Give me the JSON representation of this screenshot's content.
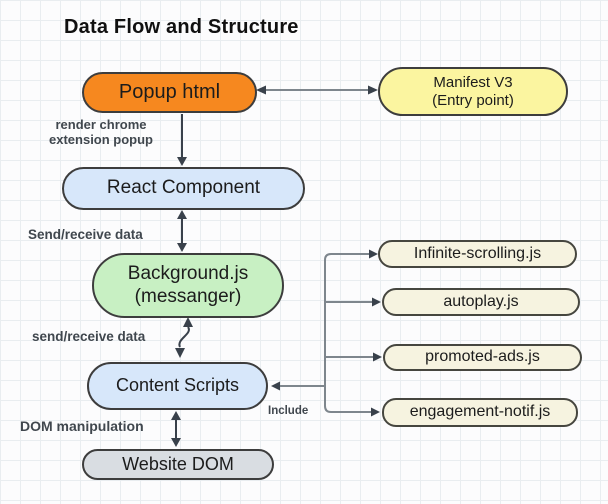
{
  "title": "Data Flow and Structure",
  "nodes": {
    "popup": {
      "label": "Popup html",
      "fill": "#F6881F"
    },
    "manifest": {
      "line1": "Manifest V3",
      "line2": "(Entry point)",
      "fill": "#FBF5A0"
    },
    "react": {
      "label": "React Component",
      "fill": "#D7E7FA"
    },
    "background": {
      "line1": "Background.js",
      "line2": "(messanger)",
      "fill": "#C8F0C3"
    },
    "content": {
      "label": "Content Scripts",
      "fill": "#D7E7FA"
    },
    "website": {
      "label": "Website DOM",
      "fill": "#D9DDE2"
    },
    "scripts": [
      {
        "label": "Infinite-scrolling.js",
        "fill": "#F6F3E0"
      },
      {
        "label": "autoplay.js",
        "fill": "#F6F3E0"
      },
      {
        "label": "promoted-ads.js",
        "fill": "#F6F3E0"
      },
      {
        "label": "engagement-notif.js",
        "fill": "#F6F3E0"
      }
    ]
  },
  "edge_labels": {
    "render_line1": "render chrome",
    "render_line2": "extension popup",
    "send_receive_top": "Send/receive data",
    "send_receive_bottom": "send/receive data",
    "dom_manipulation": "DOM manipulation",
    "include": "Include"
  },
  "edges": [
    {
      "from": "Popup html",
      "to": "Manifest V3 (Entry point)",
      "bidirectional": true
    },
    {
      "from": "Popup html",
      "to": "React Component",
      "bidirectional": false,
      "label": "render chrome extension popup"
    },
    {
      "from": "React Component",
      "to": "Background.js (messanger)",
      "bidirectional": true,
      "label": "Send/receive data"
    },
    {
      "from": "Background.js (messanger)",
      "to": "Content Scripts",
      "bidirectional": true,
      "label": "send/receive data",
      "style": "wavy"
    },
    {
      "from": "Content Scripts",
      "to": "Website DOM",
      "bidirectional": true,
      "label": "DOM manipulation"
    },
    {
      "from": "Content Scripts",
      "to": "Infinite-scrolling.js",
      "bidirectional": true,
      "label": "Include"
    },
    {
      "from": "Content Scripts",
      "to": "autoplay.js",
      "bidirectional": true,
      "label": "Include"
    },
    {
      "from": "Content Scripts",
      "to": "promoted-ads.js",
      "bidirectional": true,
      "label": "Include"
    },
    {
      "from": "Content Scripts",
      "to": "engagement-notif.js",
      "bidirectional": true,
      "label": "Include"
    }
  ],
  "colors": {
    "node_border": "#3D3D3D",
    "arrow_dark": "#39414B",
    "connector_gray": "#7E868D",
    "label_text": "#40474E",
    "grid_line": "#E9EDF0",
    "page_background": "#FCFCFD"
  }
}
